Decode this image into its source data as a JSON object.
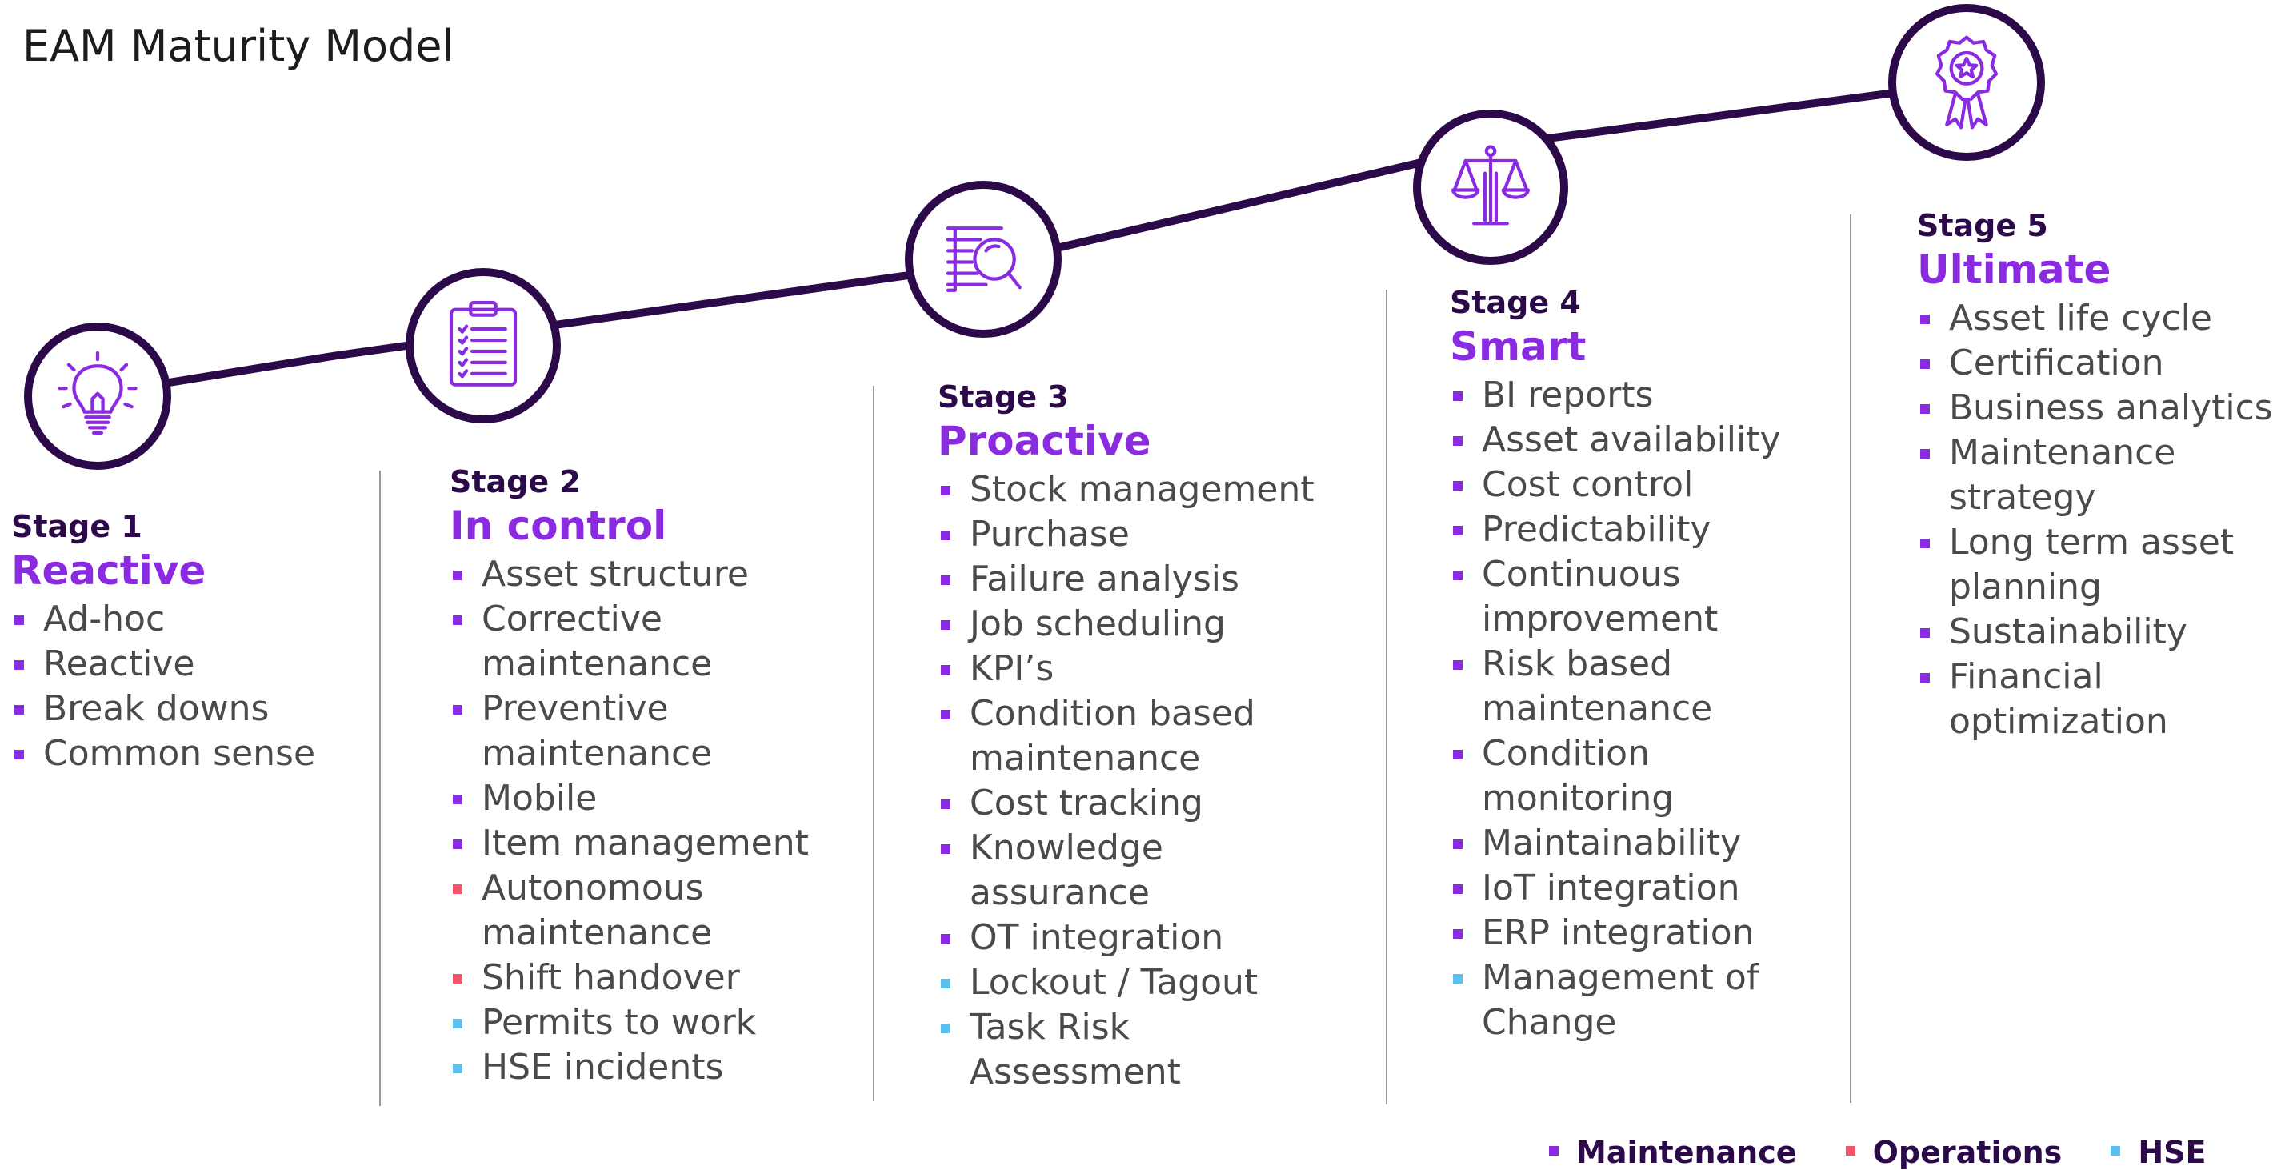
{
  "title": "EAM Maturity Model",
  "colors": {
    "maintenance": "#8a2be2",
    "operations": "#f2566b",
    "hse": "#5cc0ef",
    "dark": "#2c0a4a"
  },
  "stages": [
    {
      "number": "Stage 1",
      "name": "Reactive",
      "icon": "lightbulb-icon",
      "items": [
        {
          "text": "Ad-hoc",
          "category": "maintenance"
        },
        {
          "text": "Reactive",
          "category": "maintenance"
        },
        {
          "text": "Break downs",
          "category": "maintenance"
        },
        {
          "text": "Common sense",
          "category": "maintenance"
        }
      ]
    },
    {
      "number": "Stage 2",
      "name": "In control",
      "icon": "clipboard-checklist-icon",
      "items": [
        {
          "text": "Asset structure",
          "category": "maintenance"
        },
        {
          "text": "Corrective\nmaintenance",
          "category": "maintenance"
        },
        {
          "text": "Preventive\nmaintenance",
          "category": "maintenance"
        },
        {
          "text": "Mobile",
          "category": "maintenance"
        },
        {
          "text": "Item management",
          "category": "maintenance"
        },
        {
          "text": "Autonomous\nmaintenance",
          "category": "operations"
        },
        {
          "text": "Shift handover",
          "category": "operations"
        },
        {
          "text": "Permits to work",
          "category": "hse"
        },
        {
          "text": "HSE incidents",
          "category": "hse"
        }
      ]
    },
    {
      "number": "Stage 3",
      "name": "Proactive",
      "icon": "document-magnifier-icon",
      "items": [
        {
          "text": "Stock management",
          "category": "maintenance"
        },
        {
          "text": "Purchase",
          "category": "maintenance"
        },
        {
          "text": "Failure analysis",
          "category": "maintenance"
        },
        {
          "text": "Job scheduling",
          "category": "maintenance"
        },
        {
          "text": "KPI’s",
          "category": "maintenance"
        },
        {
          "text": "Condition based\nmaintenance",
          "category": "maintenance"
        },
        {
          "text": "Cost tracking",
          "category": "maintenance"
        },
        {
          "text": "Knowledge\nassurance",
          "category": "maintenance"
        },
        {
          "text": "OT integration",
          "category": "maintenance"
        },
        {
          "text": "Lockout / Tagout",
          "category": "hse"
        },
        {
          "text": "Task Risk\nAssessment",
          "category": "hse"
        }
      ]
    },
    {
      "number": "Stage 4",
      "name": "Smart",
      "icon": "balance-scale-icon",
      "items": [
        {
          "text": "BI reports",
          "category": "maintenance"
        },
        {
          "text": "Asset availability",
          "category": "maintenance"
        },
        {
          "text": "Cost control",
          "category": "maintenance"
        },
        {
          "text": "Predictability",
          "category": "maintenance"
        },
        {
          "text": "Continuous\nimprovement",
          "category": "maintenance"
        },
        {
          "text": "Risk based\nmaintenance",
          "category": "maintenance"
        },
        {
          "text": "Condition\nmonitoring",
          "category": "maintenance"
        },
        {
          "text": "Maintainability",
          "category": "maintenance"
        },
        {
          "text": "IoT integration",
          "category": "maintenance"
        },
        {
          "text": "ERP integration",
          "category": "maintenance"
        },
        {
          "text": "Management of\nChange",
          "category": "hse"
        }
      ]
    },
    {
      "number": "Stage 5",
      "name": "Ultimate",
      "icon": "award-badge-icon",
      "items": [
        {
          "text": "Asset life cycle",
          "category": "maintenance"
        },
        {
          "text": "Certification",
          "category": "maintenance"
        },
        {
          "text": "Business analytics",
          "category": "maintenance"
        },
        {
          "text": "Maintenance\nstrategy",
          "category": "maintenance"
        },
        {
          "text": "Long term asset\nplanning",
          "category": "maintenance"
        },
        {
          "text": "Sustainability",
          "category": "maintenance"
        },
        {
          "text": "Financial\noptimization",
          "category": "maintenance"
        }
      ]
    }
  ],
  "legend": [
    {
      "label": "Maintenance",
      "category": "maintenance"
    },
    {
      "label": "Operations",
      "category": "operations"
    },
    {
      "label": "HSE",
      "category": "hse"
    }
  ]
}
